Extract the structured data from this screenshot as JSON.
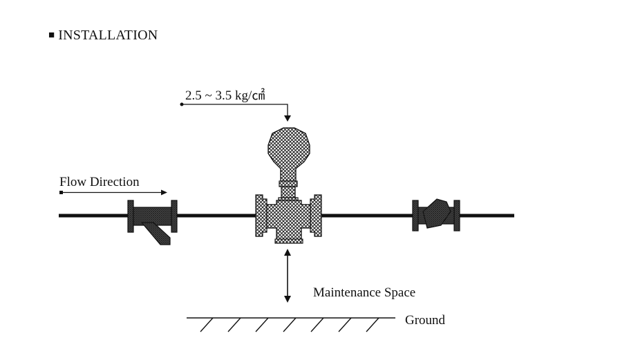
{
  "header": {
    "bullet": "■",
    "title": "INSTALLATION"
  },
  "diagram": {
    "pressure_label": "2.5 ~ 3.5 kg/㎠",
    "flow_direction_label": "Flow Direction",
    "maintenance_space_label": "Maintenance Space",
    "ground_label": "Ground"
  },
  "colors": {
    "line": "#111111",
    "hatch": "#1a1a1a",
    "background": "#ffffff"
  }
}
